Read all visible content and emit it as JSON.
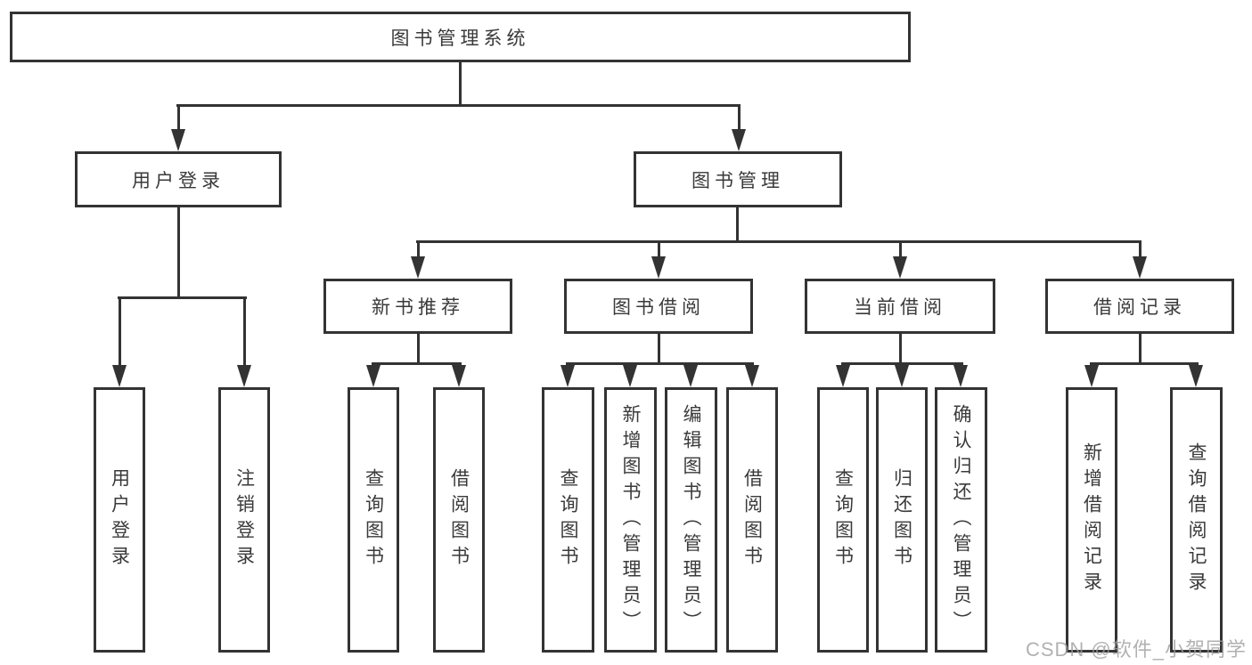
{
  "diagram": {
    "tree": {
      "root": "图书管理系统",
      "user_login": {
        "label": "用户登录",
        "children": [
          "用户登录",
          "注销登录"
        ]
      },
      "book_management": {
        "label": "图书管理",
        "sections": [
          {
            "label": "新书推荐",
            "children": [
              "查询图书",
              "借阅图书"
            ]
          },
          {
            "label": "图书借阅",
            "children": [
              "查询图书",
              "新增图书（管理员）",
              "编辑图书（管理员）",
              "借阅图书"
            ]
          },
          {
            "label": "当前借阅",
            "children": [
              "查询图书",
              "归还图书",
              "确认归还（管理员）"
            ]
          },
          {
            "label": "借阅记录",
            "children": [
              "新增借阅记录",
              "查询借阅记录"
            ]
          }
        ]
      }
    },
    "watermark": "CSDN @软件_小贺同学",
    "colors": {
      "line": "#333333",
      "box_border": "#333333",
      "text": "#3a3a3a",
      "watermark": "#9e9e9e",
      "background": "#ffffff"
    }
  }
}
